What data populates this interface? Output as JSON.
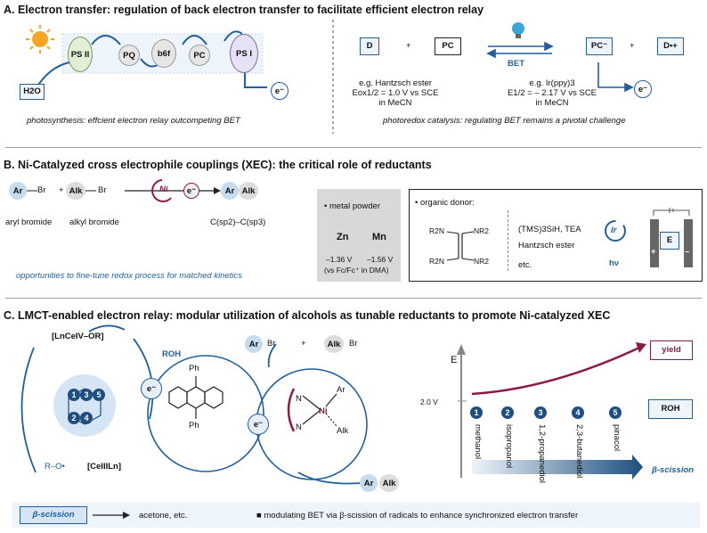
{
  "sectionA": {
    "title": "A. Electron transfer: regulation of back electron transfer to facilitate efficient electron relay",
    "h2o": "H2O",
    "ps2": "PS II",
    "pq": "PQ",
    "b6f": "b6f",
    "pc": "PC",
    "ps1": "PS I",
    "e_minus": "e⁻",
    "photosynthesis_caption": "photosynthesis: effcient electron relay outcompeting BET",
    "d": "D",
    "plus": "+",
    "pc_box": "PC",
    "pc_minus": "PC⁻",
    "d_plus": "D•+",
    "bet": "BET",
    "donor_eg": "e.g. Hantzsch ester",
    "donor_potential": "Eox1/2 = 1.0 V vs SCE",
    "donor_solvent": "in MeCN",
    "pc_eg": "e.g. Ir(ppy)3",
    "pc_potential": "E1/2 = – 2.17 V vs SCE",
    "pc_solvent": "in MeCN",
    "photoredox_caption": "photoredox catalysis: regulating BET remains a pivotal challenge"
  },
  "sectionB": {
    "title": "B. Ni-Catalyzed cross electrophile couplings (XEC): the critical role of reductants",
    "ar": "Ar",
    "br": "Br",
    "alk": "Alk",
    "plus": "+",
    "ni": "Ni",
    "e_minus": "e⁻",
    "aryl_bromide": "aryl bromide",
    "alkyl_bromide": "alkyl bromide",
    "product_label": "C(sp2)–C(sp3)",
    "opportunities": "opportunities to fine-tune redox process for matched kinetics",
    "metal_powder": "• metal powder",
    "zn": "Zn",
    "mn": "Mn",
    "zn_potential": "–1.36 V",
    "mn_potential": "–1.56 V",
    "metal_ref": "(vs Fc/Fc⁺ in DMA)",
    "organic_donor": "• organic donor:",
    "tdae_r2n": "R2N",
    "tdae_nr2": "NR2",
    "tms": "(TMS)3SiH, TEA",
    "hantzsch": "Hantzsch ester",
    "etc": "etc.",
    "ir": "Ir",
    "hv": "hν",
    "e_box": "E",
    "electrode_plus": "+",
    "electrode_minus": "–"
  },
  "sectionC": {
    "title": "C. LMCT-enabled electron relay: modular utilization of alcohols as tunable reductants to promote Ni-catalyzed XEC",
    "ce_iv": "[LnCeIV–OR]",
    "ce_iii": "[CeIIILn]",
    "roh": "ROH",
    "ro_radical": "R–O•",
    "e_minus": "e⁻",
    "ph": "Ph",
    "ar": "Ar",
    "br": "Br",
    "alk": "Alk",
    "plus": "+",
    "ni": "Ni",
    "n": "N",
    "beta_scission_box": "β-scission",
    "acetone": "acetone, etc.",
    "bottom_note": "■  modulating BET via β-scission of radicals to enhance synchronized electron transfer",
    "e_axis": "E",
    "voltage": "2.0 V",
    "yield": "yield",
    "roh_box": "ROH",
    "beta_label": "β-scission",
    "alcohols": [
      {
        "n": "1",
        "name": "methanol"
      },
      {
        "n": "2",
        "name": "isopropanol"
      },
      {
        "n": "3",
        "name": "1,2-propanediol"
      },
      {
        "n": "4",
        "name": "2,3-butanediol"
      },
      {
        "n": "5",
        "name": "pinacol"
      }
    ],
    "hex_nums": [
      "1",
      "3",
      "5",
      "2",
      "4"
    ]
  },
  "colors": {
    "blue": "#1f5f9f",
    "ni_red": "#8b1a4a",
    "grey_box": "#d8d8d8"
  }
}
